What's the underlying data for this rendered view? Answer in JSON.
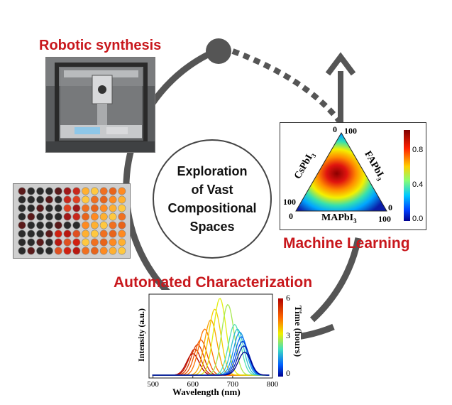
{
  "center": {
    "line1": "Exploration",
    "line2": "of Vast",
    "line3": "Compositional",
    "line4": "Spaces"
  },
  "sections": {
    "robotic": "Robotic synthesis",
    "machine_learning": "Machine Learning",
    "characterization": "Automated Characterization"
  },
  "ternary": {
    "top_label": "0",
    "top_label_right": "100",
    "left_label": "CsPbI",
    "left_sub": "3",
    "right_label": "FAPbI",
    "right_sub": "3",
    "bottom_label": "MAPbI",
    "bottom_sub": "3",
    "bottom_left_tick": "100",
    "bottom_left_tick2": "0",
    "bottom_right_tick": "0",
    "bottom_right_tick2": "100",
    "colorbar_ticks": [
      "0.8",
      "0.4",
      "0.0"
    ]
  },
  "chart_data": {
    "type": "line",
    "xlabel": "Wavelength (nm)",
    "ylabel": "Intensity (a.u.)",
    "xlim": [
      490,
      800
    ],
    "x_ticks": [
      "500",
      "600",
      "700",
      "800"
    ],
    "colorbar_label": "Time (hours)",
    "colorbar_ticks": [
      "6",
      "3",
      "0"
    ],
    "series": [
      {
        "peak": 600,
        "height": 0.28,
        "time": 6.0
      },
      {
        "peak": 605,
        "height": 0.34,
        "time": 5.6
      },
      {
        "peak": 612,
        "height": 0.4,
        "time": 5.2
      },
      {
        "peak": 620,
        "height": 0.46,
        "time": 4.8
      },
      {
        "peak": 630,
        "height": 0.6,
        "time": 4.4
      },
      {
        "peak": 645,
        "height": 0.72,
        "time": 4.0
      },
      {
        "peak": 655,
        "height": 0.86,
        "time": 3.6
      },
      {
        "peak": 668,
        "height": 1.0,
        "time": 3.2
      },
      {
        "peak": 688,
        "height": 0.92,
        "time": 2.8
      },
      {
        "peak": 705,
        "height": 0.66,
        "time": 2.2
      },
      {
        "peak": 712,
        "height": 0.6,
        "time": 1.8
      },
      {
        "peak": 718,
        "height": 0.56,
        "time": 1.4
      },
      {
        "peak": 722,
        "height": 0.5,
        "time": 1.0
      },
      {
        "peak": 725,
        "height": 0.44,
        "time": 0.6
      },
      {
        "peak": 728,
        "height": 0.38,
        "time": 0.3
      },
      {
        "peak": 730,
        "height": 0.3,
        "time": 0.0
      }
    ]
  }
}
